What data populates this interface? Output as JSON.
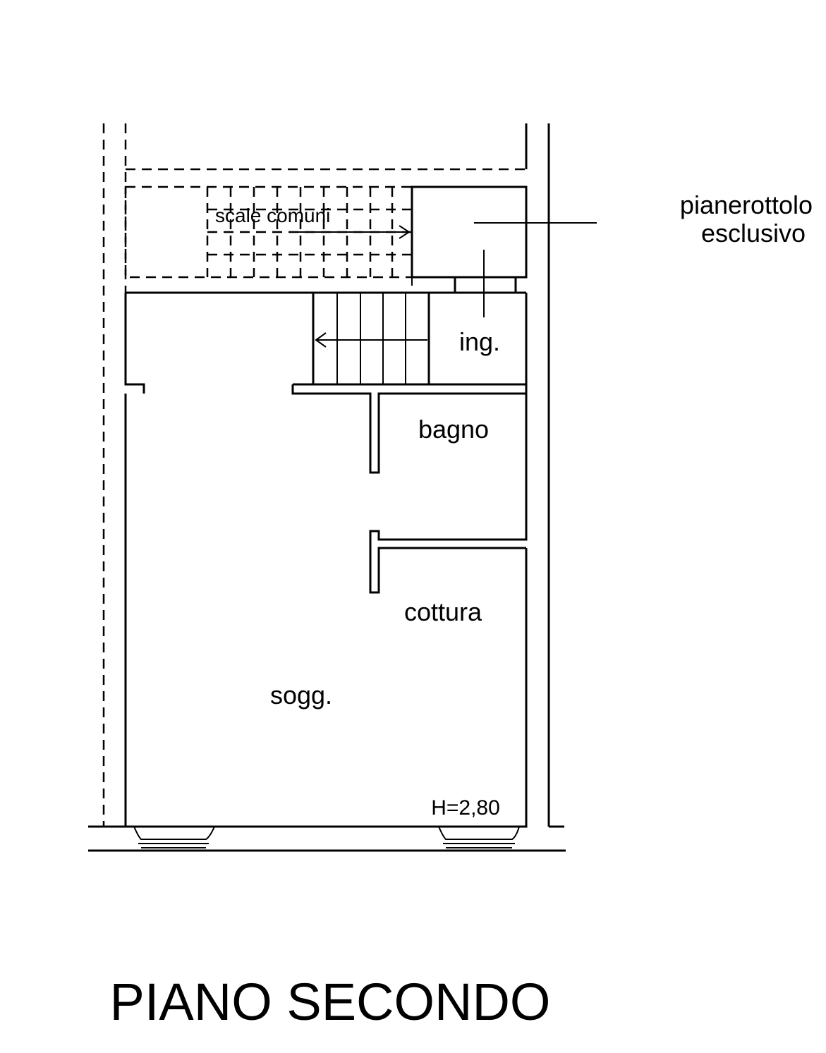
{
  "labels": {
    "scale_comuni": "scale comuni",
    "pianerottolo_line1": "pianerottolo",
    "pianerottolo_line2": "esclusivo",
    "ingresso": "ing.",
    "bagno": "bagno",
    "cottura": "cottura",
    "soggiorno": "sogg.",
    "height": "H=2,80"
  },
  "title": "PIANO SECONDO"
}
